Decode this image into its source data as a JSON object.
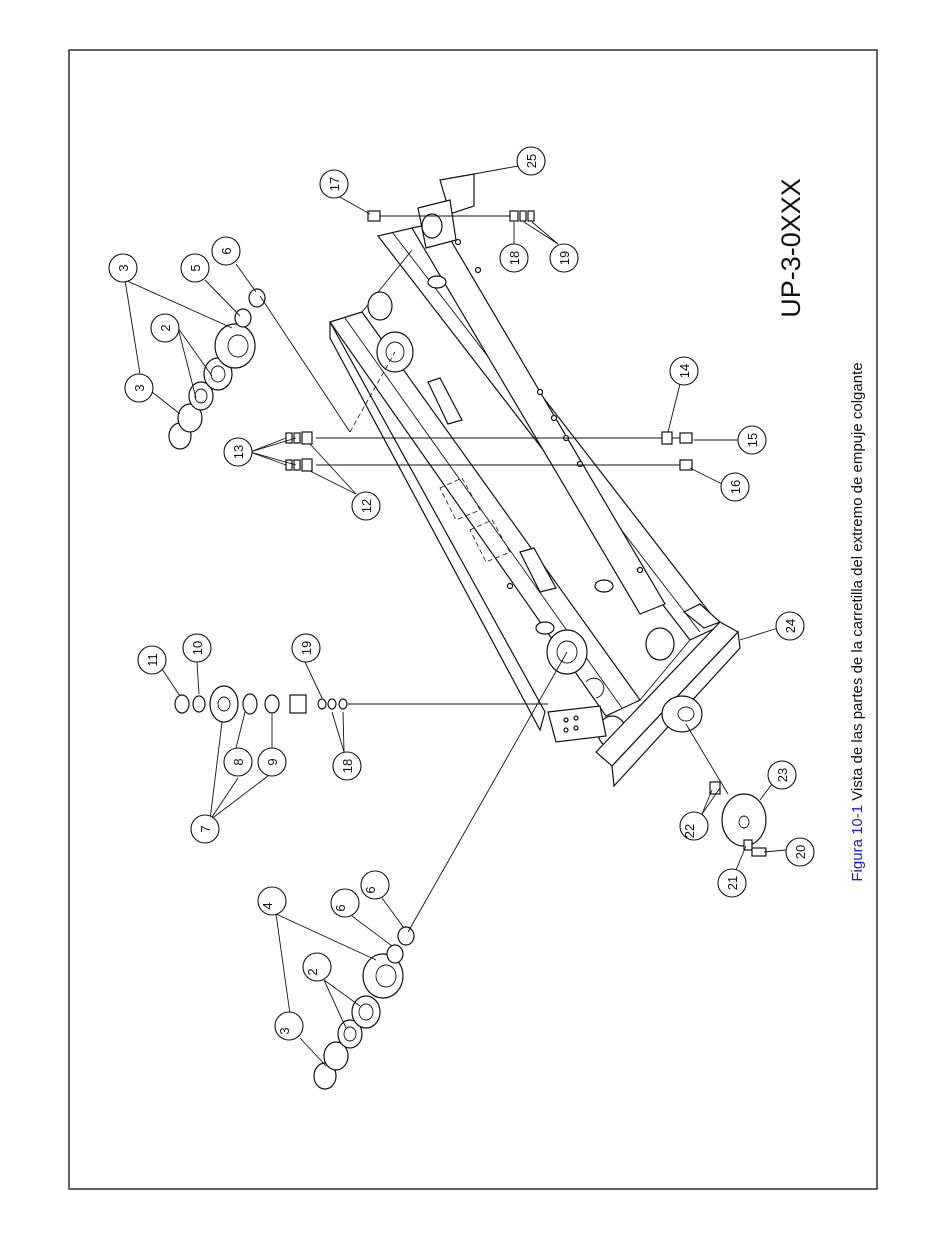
{
  "drawing": {
    "model_code": "UP-3-0XXX",
    "caption_prefix": "Figura 10-1",
    "caption_text": " Vista de las partes de la carretilla del extremo de empuje colgante",
    "caption_prefix_color": "#1a1ad6",
    "callouts": [
      "2",
      "2",
      "3",
      "3",
      "4",
      "4",
      "5",
      "5",
      "6",
      "6",
      "7",
      "8",
      "9",
      "10",
      "11",
      "12",
      "13",
      "14",
      "15",
      "16",
      "17",
      "18",
      "18",
      "19",
      "19",
      "20",
      "21",
      "22",
      "23",
      "24",
      "25"
    ]
  }
}
